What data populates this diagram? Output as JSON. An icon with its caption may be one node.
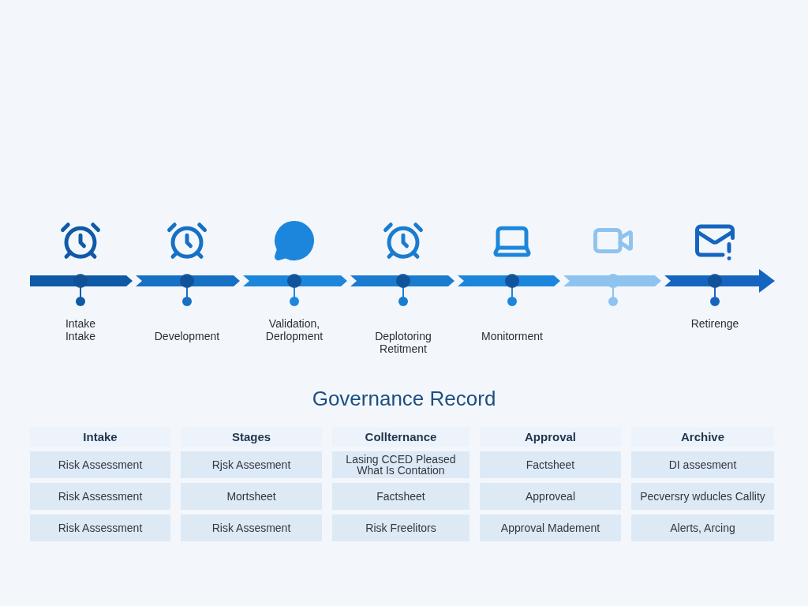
{
  "diagram": {
    "title": "Governance Record",
    "nodes": [
      {
        "text": [
          "Intake Intake"
        ]
      },
      {
        "text": [
          "Development"
        ]
      },
      {
        "text": [
          "Validation, Derlopment"
        ]
      },
      {
        "text": [
          "Deplotoring Retitment"
        ]
      },
      {
        "text": [
          "Monitorment"
        ]
      },
      {
        "text": [],
        "shape": "circle"
      },
      {
        "text": [
          "Retirenge"
        ]
      }
    ],
    "labels": [
      "Intake",
      "Stages",
      "Collternance",
      "Approval",
      "Archive",
      "Risk Assessment",
      "Rjsk Assesment",
      "Lasing CCED Pleased What Is Contation",
      "Factsheet",
      "DI assesment",
      "Risk Assessment",
      "Mortsheet",
      "Factsheet",
      "Approveal",
      "Pecversry wducles Callity",
      "Risk Assessment",
      "Risk Assesment",
      "Risk Freelitors",
      "Approval Madement",
      "Alerts, Arcing"
    ]
  }
}
